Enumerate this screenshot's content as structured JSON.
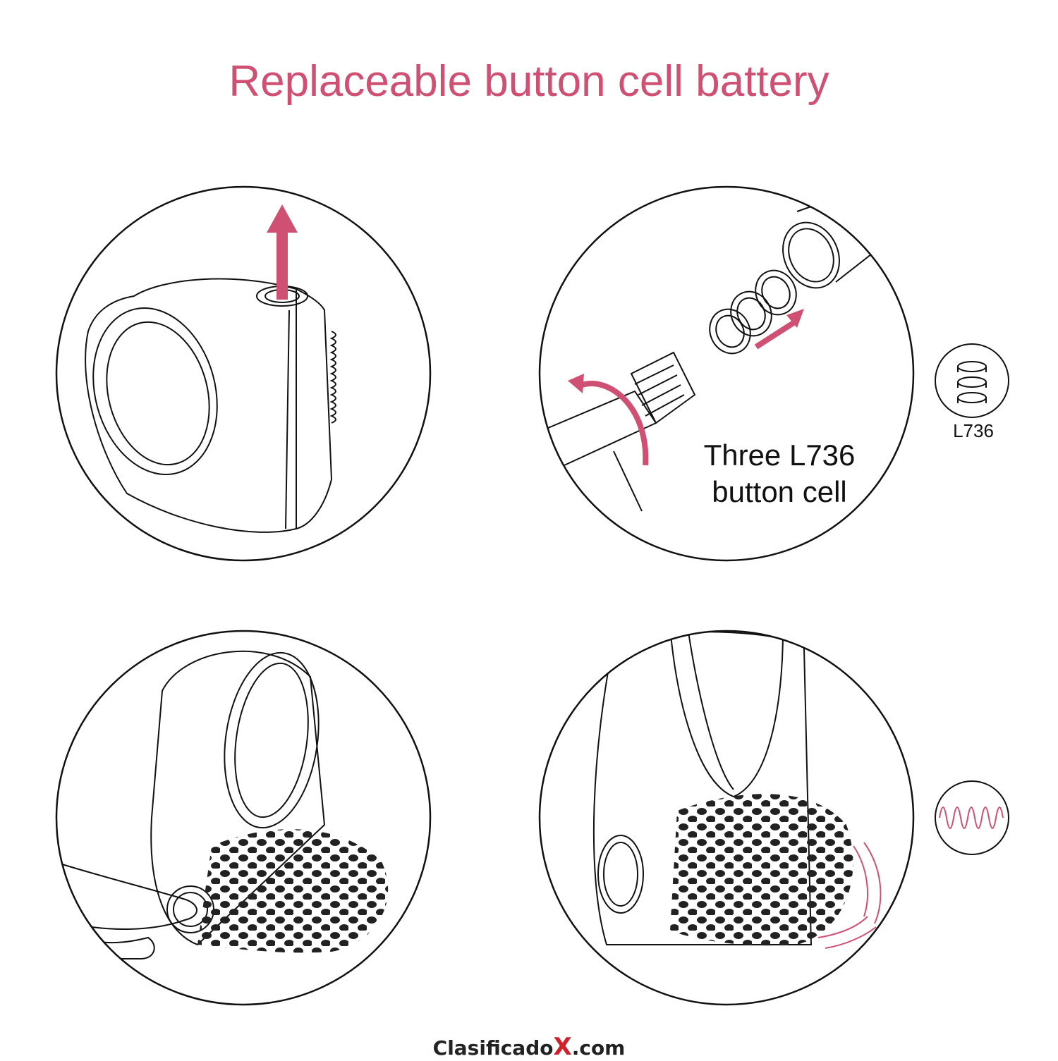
{
  "title": "Replaceable button cell battery",
  "panel2_caption_line1": "Three L736",
  "panel2_caption_line2": "button cell",
  "cell_label": "L736",
  "watermark_prefix": "Clasificado",
  "watermark_x": "X",
  "watermark_suffix": ".com",
  "colors": {
    "accent": "#d05073",
    "line": "#111111"
  }
}
